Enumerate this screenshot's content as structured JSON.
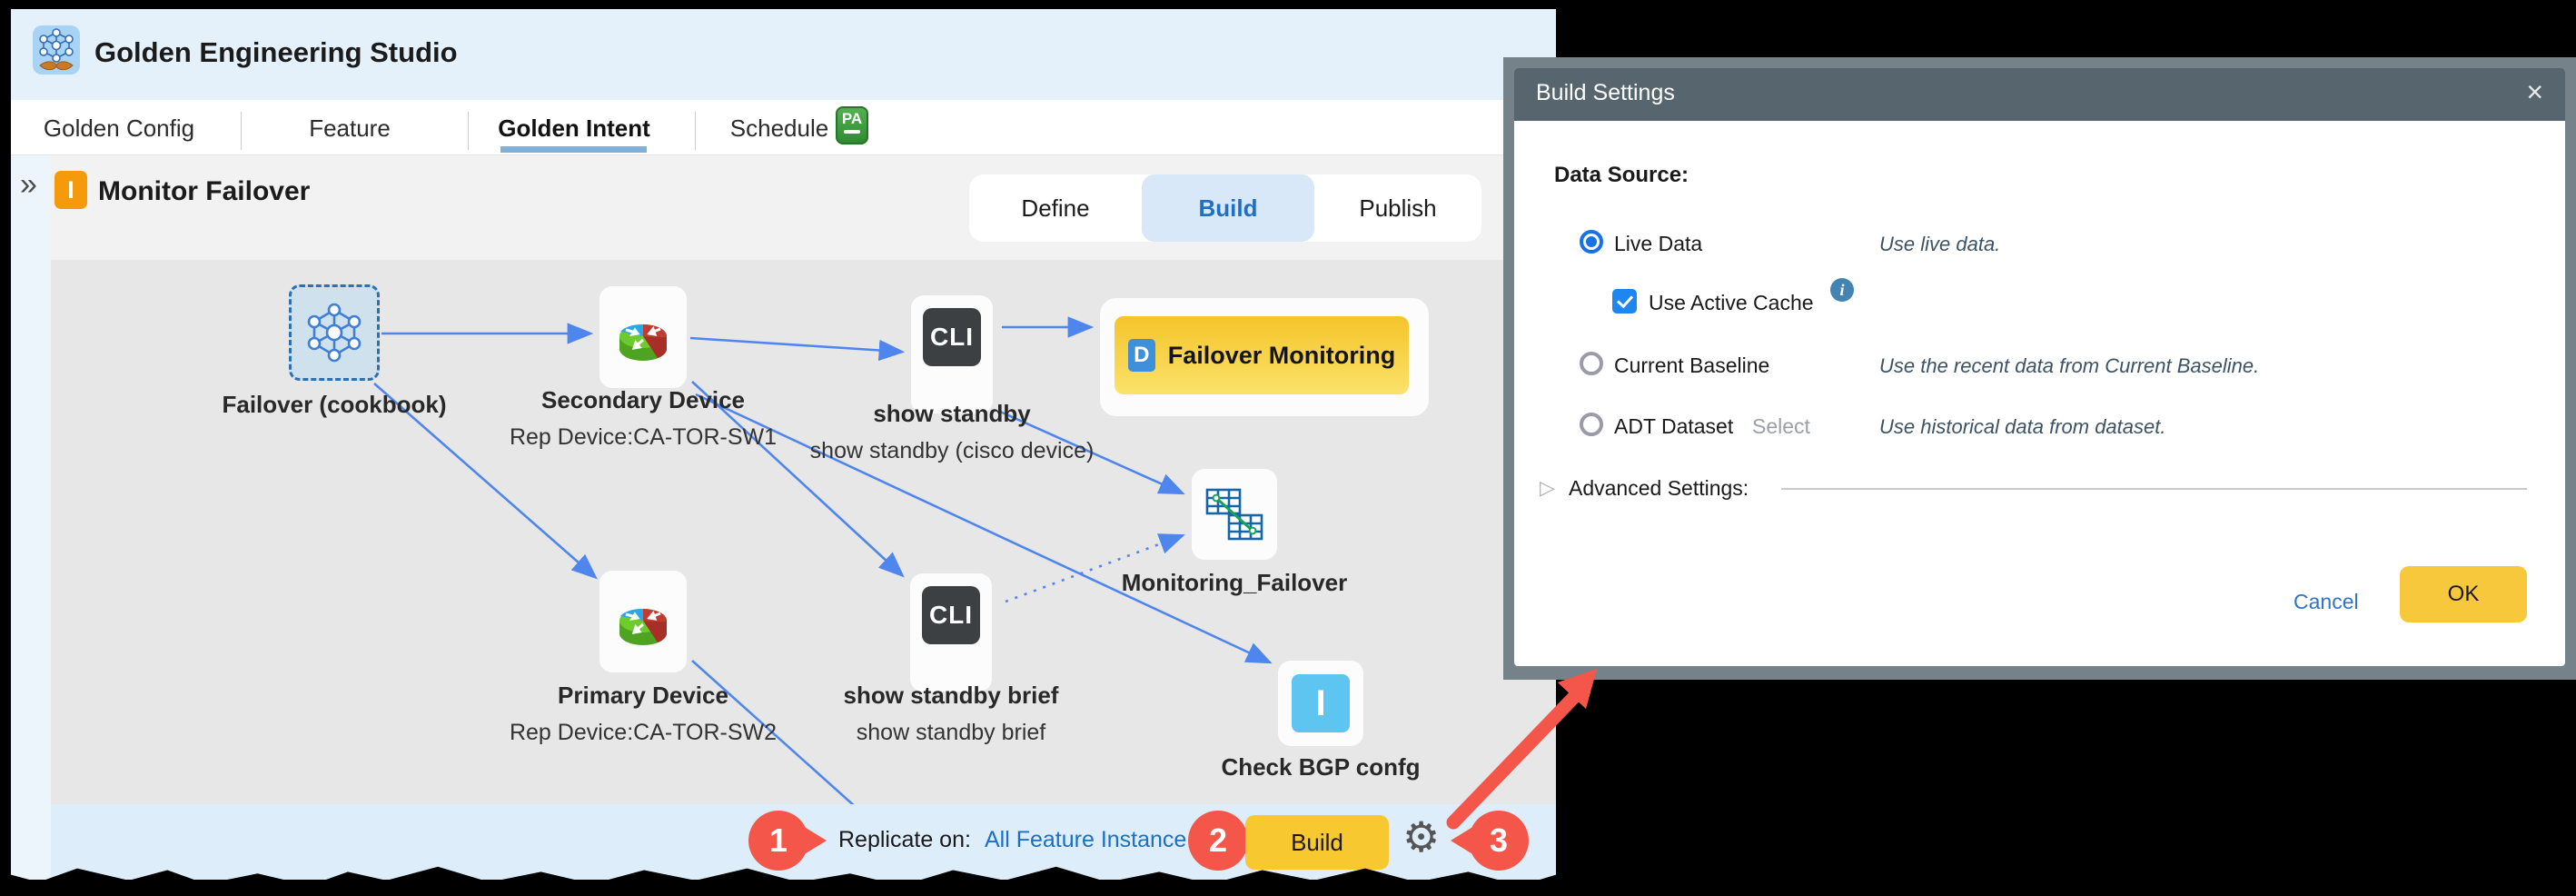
{
  "window": {
    "title": "Golden Engineering Studio"
  },
  "nav_tabs": [
    {
      "label": "Golden Config",
      "active": false
    },
    {
      "label": "Feature",
      "active": false
    },
    {
      "label": "Golden Intent",
      "active": true
    },
    {
      "label": "Schedule",
      "active": false,
      "badge": "PA"
    }
  ],
  "page": {
    "collapse_icon": "»",
    "badge": "I",
    "title": "Monitor Failover"
  },
  "mode_tabs": [
    {
      "label": "Define",
      "active": false
    },
    {
      "label": "Build",
      "active": true
    },
    {
      "label": "Publish",
      "active": false
    }
  ],
  "canvas": {
    "nodes": {
      "cookbook": {
        "label": "Failover (cookbook)"
      },
      "secondary_device": {
        "label": "Secondary Device",
        "sublabel": "Rep Device:CA-TOR-SW1"
      },
      "cli_show_standby": {
        "icon_text": "CLI",
        "label": "show standby",
        "sublabel": "show standby (cisco device)"
      },
      "failover_monitoring": {
        "badge": "D",
        "label": "Failover Monitoring"
      },
      "monitoring_failover": {
        "label": "Monitoring_Failover"
      },
      "primary_device": {
        "label": "Primary Device",
        "sublabel": "Rep Device:CA-TOR-SW2"
      },
      "cli_show_standby_brief": {
        "icon_text": "CLI",
        "label": "show standby brief",
        "sublabel": "show standby brief"
      },
      "check_bgp": {
        "badge": "I",
        "label": "Check BGP confg"
      }
    }
  },
  "footer": {
    "step1": "1",
    "replicate_label": "Replicate on:",
    "replicate_link": "All Feature Instance",
    "step2": "2",
    "build_button": "Build",
    "gear_icon": "⚙",
    "step3": "3"
  },
  "modal": {
    "title": "Build Settings",
    "close_icon": "×",
    "section_label": "Data Source:",
    "live_data": {
      "label": "Live Data",
      "desc": "Use live data.",
      "selected": true
    },
    "active_cache": {
      "label": "Use Active Cache",
      "checked": true,
      "info_icon": "i"
    },
    "current_baseline": {
      "label": "Current Baseline",
      "desc": "Use the recent data from Current Baseline.",
      "selected": false
    },
    "adt_dataset": {
      "label": "ADT Dataset",
      "action": "Select",
      "desc": "Use historical data from dataset.",
      "selected": false
    },
    "advanced": {
      "caret": "▷",
      "label": "Advanced Settings:"
    },
    "cancel": "Cancel",
    "ok": "OK"
  },
  "colors": {
    "accent_blue": "#1f6fc4",
    "edge_blue": "#4f86ee",
    "canvas_gray": "#e7e7e7",
    "bottom_bar_blue": "#ddeefa",
    "header_blue": "#e4f1fa",
    "build_yellow": "#f8c831",
    "annotation_red": "#f4564a",
    "modal_titlebar": "#57666e",
    "checkbox_blue": "#1f86f0",
    "cookbook_fill": "#cfe1ec",
    "intent_orange": "#f59b0b"
  }
}
